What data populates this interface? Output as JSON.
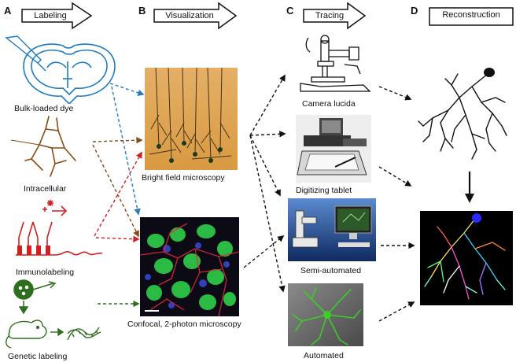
{
  "panels": {
    "a": {
      "letter": "A",
      "stage": "Labeling"
    },
    "b": {
      "letter": "B",
      "stage": "Visualization"
    },
    "c": {
      "letter": "C",
      "stage": "Tracing"
    },
    "d": {
      "letter": "D",
      "stage": "Reconstruction"
    }
  },
  "labeling": {
    "bulk": "Bulk-loaded dye",
    "intracellular": "Intracellular",
    "immuno": "Immunolabeling",
    "genetic": "Genetic labeling"
  },
  "visualization": {
    "bright": "Bright field microscopy",
    "confocal": "Confocal, 2-photon microscopy"
  },
  "tracing": {
    "camera": "Camera lucida",
    "tablet": "Digitizing tablet",
    "semi": "Semi-automated",
    "auto": "Automated"
  },
  "colors": {
    "blue": "#2a7ab8",
    "brown": "#8b4a12",
    "red": "#d21f1f",
    "green": "#2e6e1e"
  }
}
